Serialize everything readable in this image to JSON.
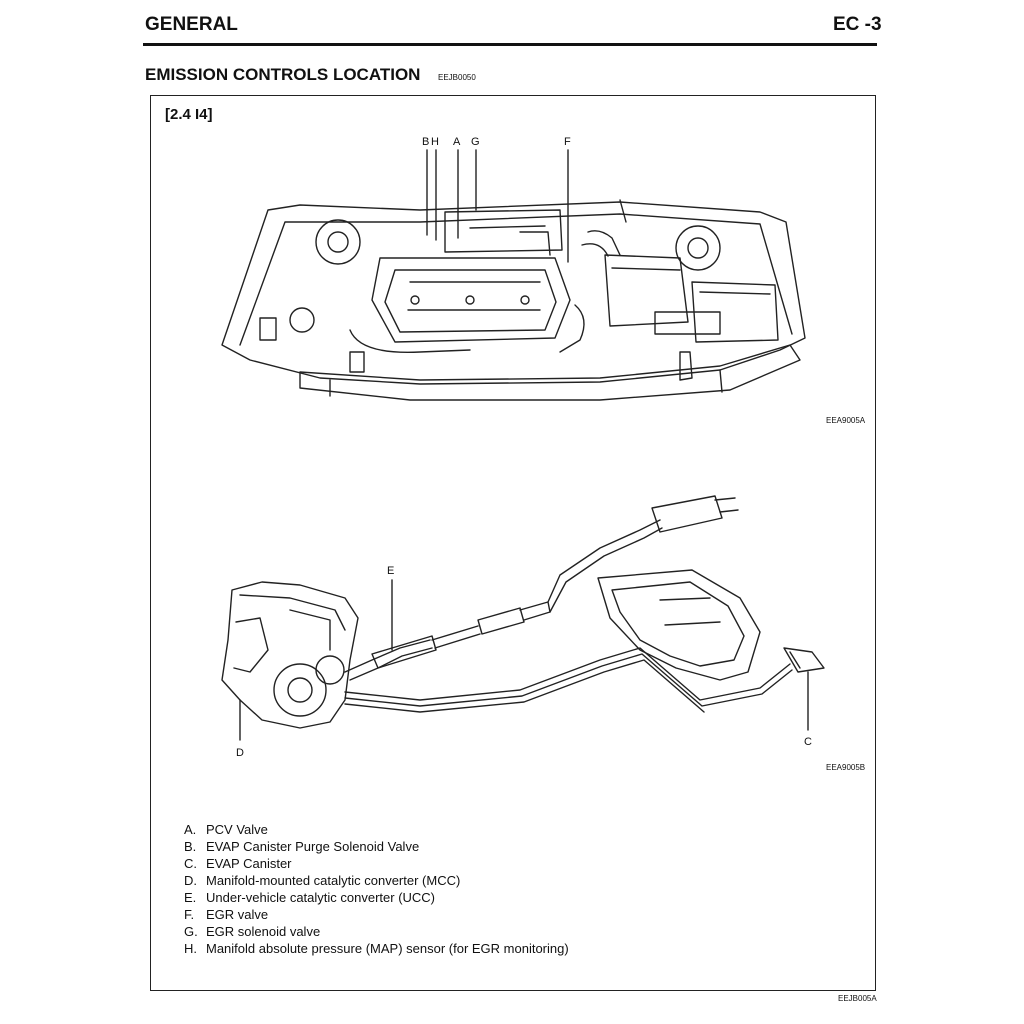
{
  "header": {
    "section": "GENERAL",
    "page": "EC -3"
  },
  "title": {
    "text": "EMISSION CONTROLS LOCATION",
    "code": "EEJB0050"
  },
  "spec": "[2.4  I4]",
  "engine_figure": {
    "callouts": [
      "B",
      "H",
      "A",
      "G",
      "F"
    ],
    "figure_id": "EEA9005A"
  },
  "vehicle_figure": {
    "callouts": [
      "E",
      "D",
      "C"
    ],
    "figure_id": "EEA9005B"
  },
  "legend": [
    {
      "letter": "A.",
      "text": "PCV Valve"
    },
    {
      "letter": "B.",
      "text": "EVAP Canister Purge Solenoid Valve"
    },
    {
      "letter": "C.",
      "text": "EVAP Canister"
    },
    {
      "letter": "D.",
      "text": "Manifold-mounted catalytic converter (MCC)"
    },
    {
      "letter": "E.",
      "text": "Under-vehicle catalytic converter (UCC)"
    },
    {
      "letter": "F.",
      "text": "EGR valve"
    },
    {
      "letter": "G.",
      "text": "EGR solenoid valve"
    },
    {
      "letter": "H.",
      "text": "Manifold absolute pressure (MAP) sensor (for EGR monitoring)"
    }
  ],
  "footer_code": "EEJB005A"
}
